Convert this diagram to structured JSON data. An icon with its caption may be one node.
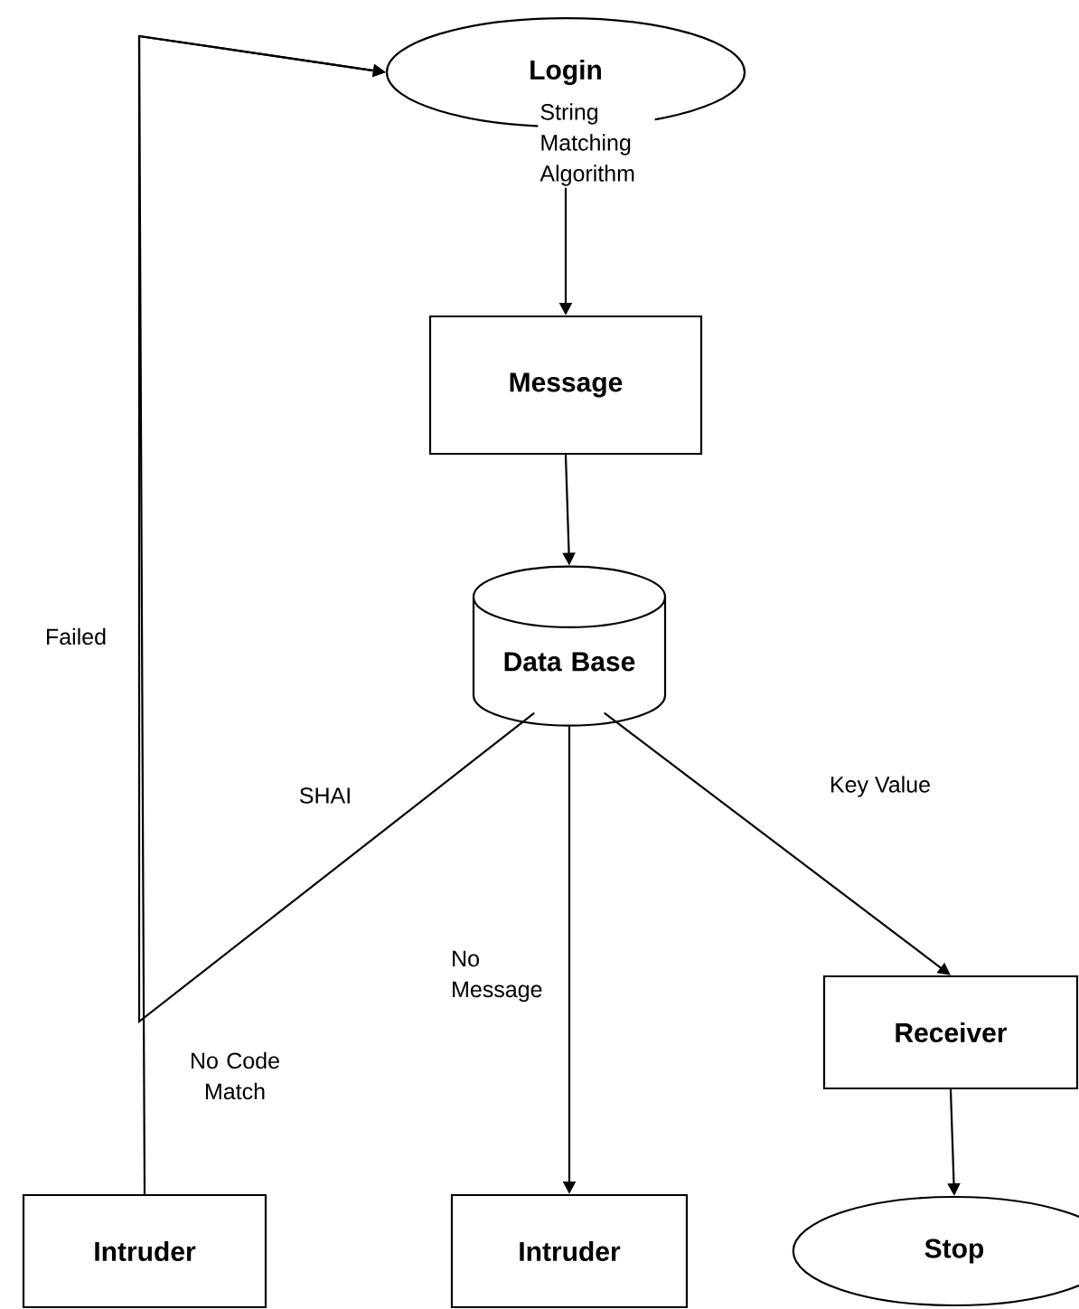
{
  "diagram": {
    "nodes": [
      {
        "text": [
          "Login"
        ]
      },
      {
        "text": [
          "Message"
        ]
      },
      {
        "text": [
          "Data Base"
        ]
      },
      {
        "text": [
          "Receiver"
        ]
      },
      {
        "text": [
          "Intruder"
        ]
      },
      {
        "text": [
          "Intruder"
        ]
      },
      {
        "text": [
          "Stop"
        ]
      }
    ],
    "edges": [
      {
        "from": 0,
        "to": 1,
        "arrow": "to",
        "label": "String Matching Algorithm"
      },
      {
        "from": 1,
        "to": 2,
        "arrow": "to"
      },
      {
        "from": 2,
        "to": 0,
        "arrow": "to",
        "label": "SHAI"
      },
      {
        "from": 4,
        "to": 0,
        "arrow": "to",
        "label": "Failed"
      },
      {
        "from": 2,
        "to": 5,
        "arrow": "to",
        "label": "No Message"
      },
      {
        "from": 2,
        "to": 3,
        "arrow": "to",
        "label": "Key Value"
      },
      {
        "from": 3,
        "to": 6,
        "arrow": "to"
      }
    ],
    "labels": [
      "No Code Match"
    ]
  }
}
